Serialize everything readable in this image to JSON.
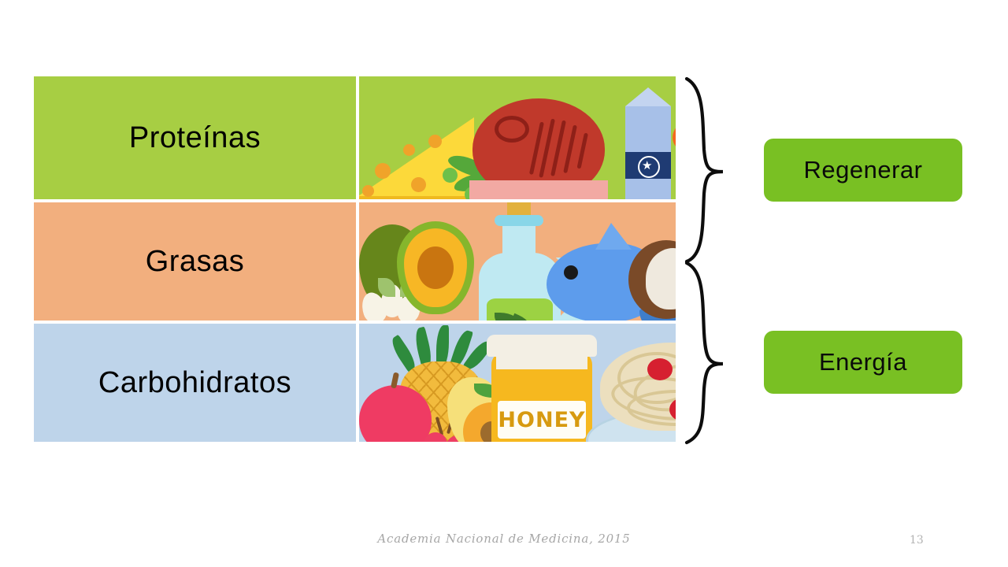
{
  "slide": {
    "background_color": "#ffffff",
    "page_number": "13",
    "source_note": "Academia Nacional de Medicina, 2015"
  },
  "table": {
    "rows": [
      {
        "label": "Proteínas",
        "color": "#a7ce43",
        "foods": [
          "cheese",
          "steak",
          "milk-carton",
          "shrimp",
          "edamame"
        ]
      },
      {
        "label": "Grasas",
        "color": "#f2af7e",
        "foods": [
          "avocado",
          "olive-oil-bottle",
          "fish",
          "coconut",
          "nuts",
          "olives"
        ]
      },
      {
        "label": "Carbohidratos",
        "color": "#bed4ea",
        "foods": [
          "apple",
          "pineapple",
          "pear",
          "apricot",
          "cherries",
          "honey-jar",
          "spaghetti"
        ]
      }
    ]
  },
  "labels": {
    "honey_jar_text": "HONEY"
  },
  "tags": [
    {
      "label": "Regenerar",
      "color": "#79c023"
    },
    {
      "label": "Energía",
      "color": "#79c023"
    }
  ]
}
